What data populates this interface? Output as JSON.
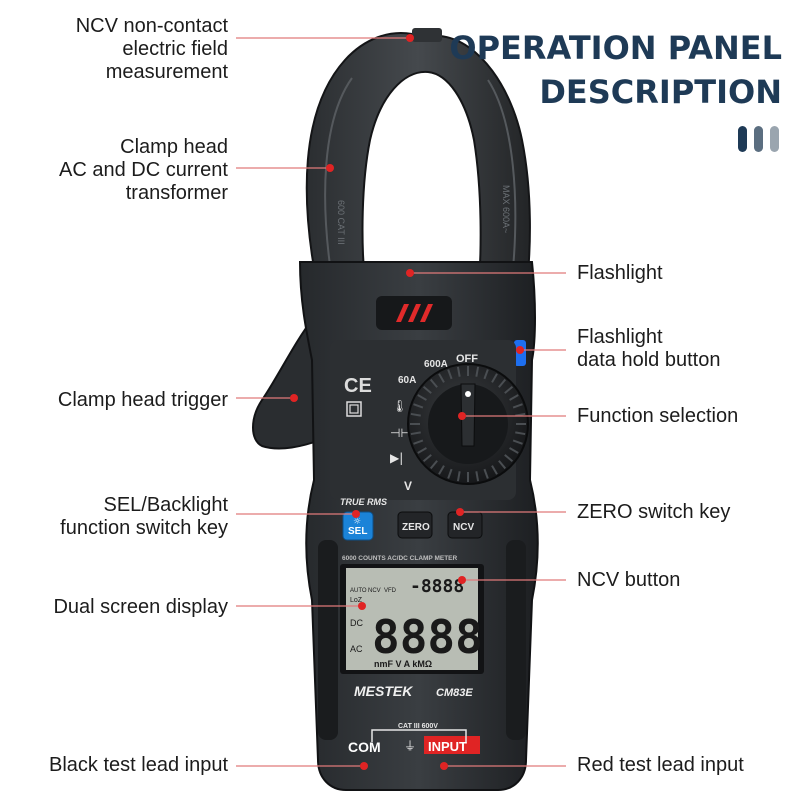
{
  "header": {
    "title_line1": "OPERATION PANEL",
    "title_line2": "DESCRIPTION"
  },
  "accent_bars": [
    "#1e3a56",
    "#5b6e80",
    "#9aa5af"
  ],
  "callouts_left": [
    {
      "lines": [
        "NCV non-contact",
        "electric field",
        "measurement"
      ]
    },
    {
      "lines": [
        "Clamp head",
        "AC and DC current",
        "transformer"
      ]
    },
    {
      "lines": [
        "Clamp head trigger"
      ]
    },
    {
      "lines": [
        "SEL/Backlight",
        "function switch key"
      ]
    },
    {
      "lines": [
        "Dual screen display"
      ]
    },
    {
      "lines": [
        "Black test lead input"
      ]
    }
  ],
  "callouts_right": [
    {
      "lines": [
        "Flashlight"
      ]
    },
    {
      "lines": [
        "Flashlight",
        "data hold button"
      ]
    },
    {
      "lines": [
        "Function selection"
      ]
    },
    {
      "lines": [
        "ZERO switch key"
      ]
    },
    {
      "lines": [
        "NCV button"
      ]
    },
    {
      "lines": [
        "Red test lead input"
      ]
    }
  ],
  "device": {
    "jaw_left_marks": "600 CAT III",
    "jaw_right_marks": "MAX 600A~",
    "dial_labels": {
      "off": "OFF",
      "a600": "600A",
      "a60": "60A",
      "v": "V"
    },
    "true_rms": "TRUE RMS",
    "sel_key": "SEL",
    "zero_key": "ZERO",
    "ncv_key": "NCV",
    "lcd_header": "6000 COUNTS AC/DC CLAMP METER",
    "lcd_small_digits": "-8888",
    "lcd_big_digits": "8888",
    "lcd_left_ann": [
      "AUTO",
      "NCV",
      "VFD",
      "LoZ",
      "DC",
      "AC"
    ],
    "lcd_units": "nmF V A kMΩ",
    "brand": "MESTEK",
    "model": "CM83E",
    "cat_rating": "CAT III 600V",
    "com_label": "COM",
    "input_label": "INPUT",
    "ce_mark": "CE"
  }
}
